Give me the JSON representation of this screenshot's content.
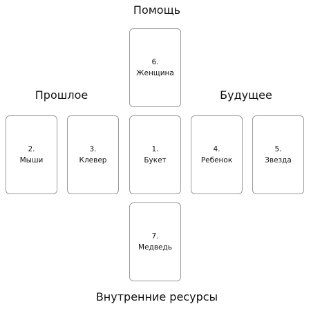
{
  "headings": {
    "help": "Помощь",
    "past": "Прошлое",
    "future": "Будущее",
    "inner_resources": "Внутренние ресурсы"
  },
  "cards": [
    {
      "number": "1.",
      "name": "Букет"
    },
    {
      "number": "2.",
      "name": "Мыши"
    },
    {
      "number": "3.",
      "name": "Клевер"
    },
    {
      "number": "4.",
      "name": "Ребенок"
    },
    {
      "number": "5.",
      "name": "Звезда"
    },
    {
      "number": "6.",
      "name": "Женщина"
    },
    {
      "number": "7.",
      "name": "Медведь"
    }
  ]
}
